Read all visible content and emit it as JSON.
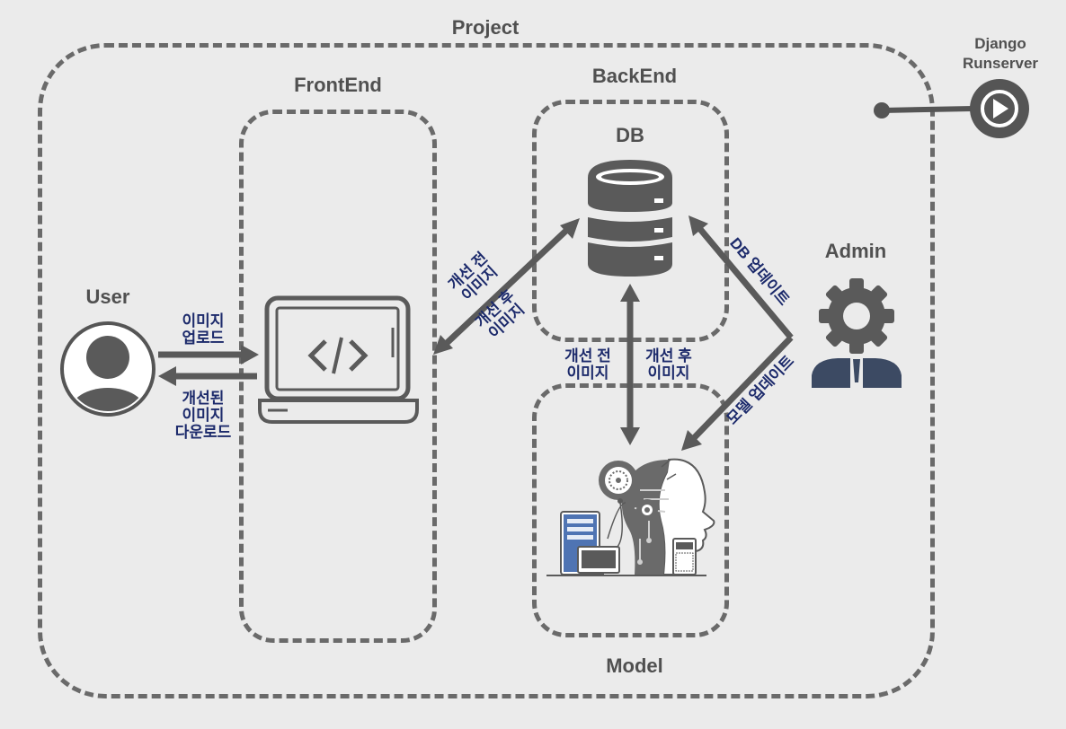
{
  "titles": {
    "project": "Project",
    "frontend": "FrontEnd",
    "backend": "BackEnd",
    "db": "DB",
    "user": "User",
    "admin": "Admin",
    "model": "Model"
  },
  "django": {
    "line1": "Django",
    "line2": "Runserver"
  },
  "labels": {
    "upload_1": "이미지",
    "upload_2": "업로드",
    "download_1": "개선된",
    "download_2": "이미지",
    "download_3": "다운로드",
    "fe_db_before_1": "개선 전",
    "fe_db_before_2": "이미지",
    "fe_db_after_1": "개선 후",
    "fe_db_after_2": "이미지",
    "db_model_before_1": "개선 전",
    "db_model_before_2": "이미지",
    "db_model_after_1": "개선 후",
    "db_model_after_2": "이미지",
    "db_update": "DB 업데이트",
    "model_update": "모델 업데이트"
  },
  "colors": {
    "background": "#ebebeb",
    "border": "#6a6a6a",
    "icon": "#5a5a5a",
    "label_text": "#1c2a6b",
    "admin_body": "#3c4a63"
  }
}
